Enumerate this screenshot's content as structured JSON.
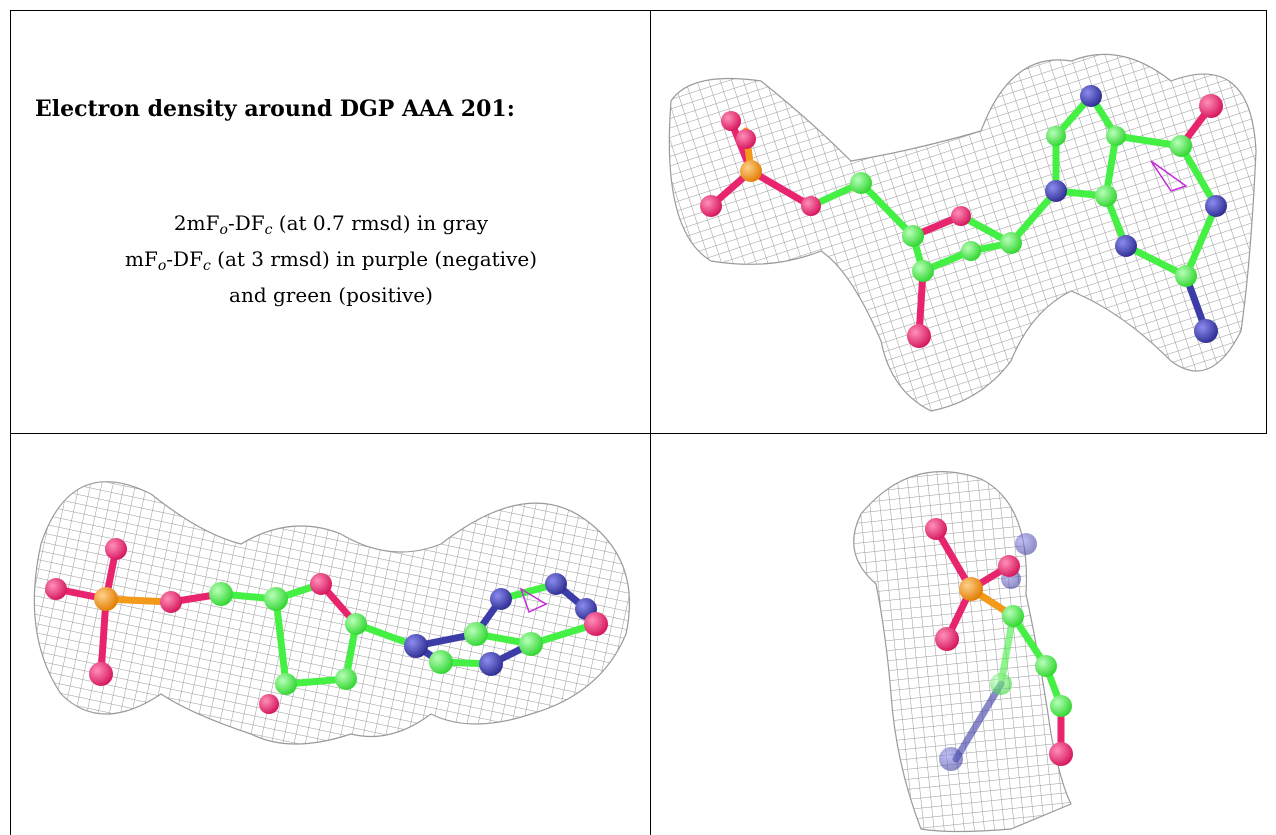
{
  "title": "Electron density around DGP AAA 201:",
  "caption_lines": [
    {
      "pre": "2mF",
      "sub1": "o",
      "mid": "-DF",
      "sub2": "c",
      "post": " (at 0.7 rmsd) in gray"
    },
    {
      "pre": "mF",
      "sub1": "o",
      "mid": "-DF",
      "sub2": "c",
      "post": " (at 3 rmsd) in purple (negative)"
    },
    {
      "pre": "",
      "sub1": "",
      "mid": "",
      "sub2": "",
      "post": "and green (positive)"
    }
  ],
  "colors": {
    "mesh": "#9a9a9a",
    "carbon": "#44f044",
    "oxygen": "#e8246e",
    "nitrogen": "#3c3ca8",
    "phosphorus": "#f39a1a",
    "negative_density": "#c42ad8",
    "border": "#000000"
  },
  "panels": [
    {
      "name": "top-right-view",
      "description_icon": "molecule-density-icon"
    },
    {
      "name": "bottom-left-view",
      "description_icon": "molecule-density-icon"
    },
    {
      "name": "bottom-right-view",
      "description_icon": "molecule-density-icon"
    }
  ]
}
